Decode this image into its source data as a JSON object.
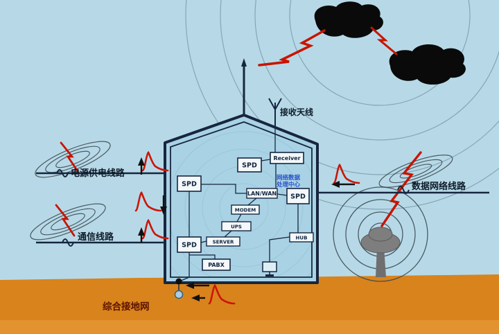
{
  "palette": {
    "sky": "#b7d9e7",
    "ground": "#d9831c",
    "building_fill": "#a9d2e5",
    "outline": "#16263e",
    "lightning_red": "#c81400",
    "surge_red": "#cc1507",
    "cloud_black": "#0a0a0a",
    "tree_gray": "#7e7e7e",
    "device_text_blue": "#2b54c9",
    "ground_label_maroon": "#5a1200"
  },
  "labels": {
    "antenna": "接收天线",
    "power_line": "电源供电线路",
    "comm_line": "通信线路",
    "data_line": "数据网络线路",
    "ground_net": "综合接地网"
  },
  "equipment": {
    "spd": "SPD",
    "receiver": "Receiver",
    "net_center_line1": "网络数据",
    "net_center_line2": "处理中心",
    "lan_wan": "LAN/WAN",
    "modem": "MODEM",
    "ups": "UPS",
    "server": "SERVER",
    "hub": "HUB",
    "pabx": "PABX"
  }
}
